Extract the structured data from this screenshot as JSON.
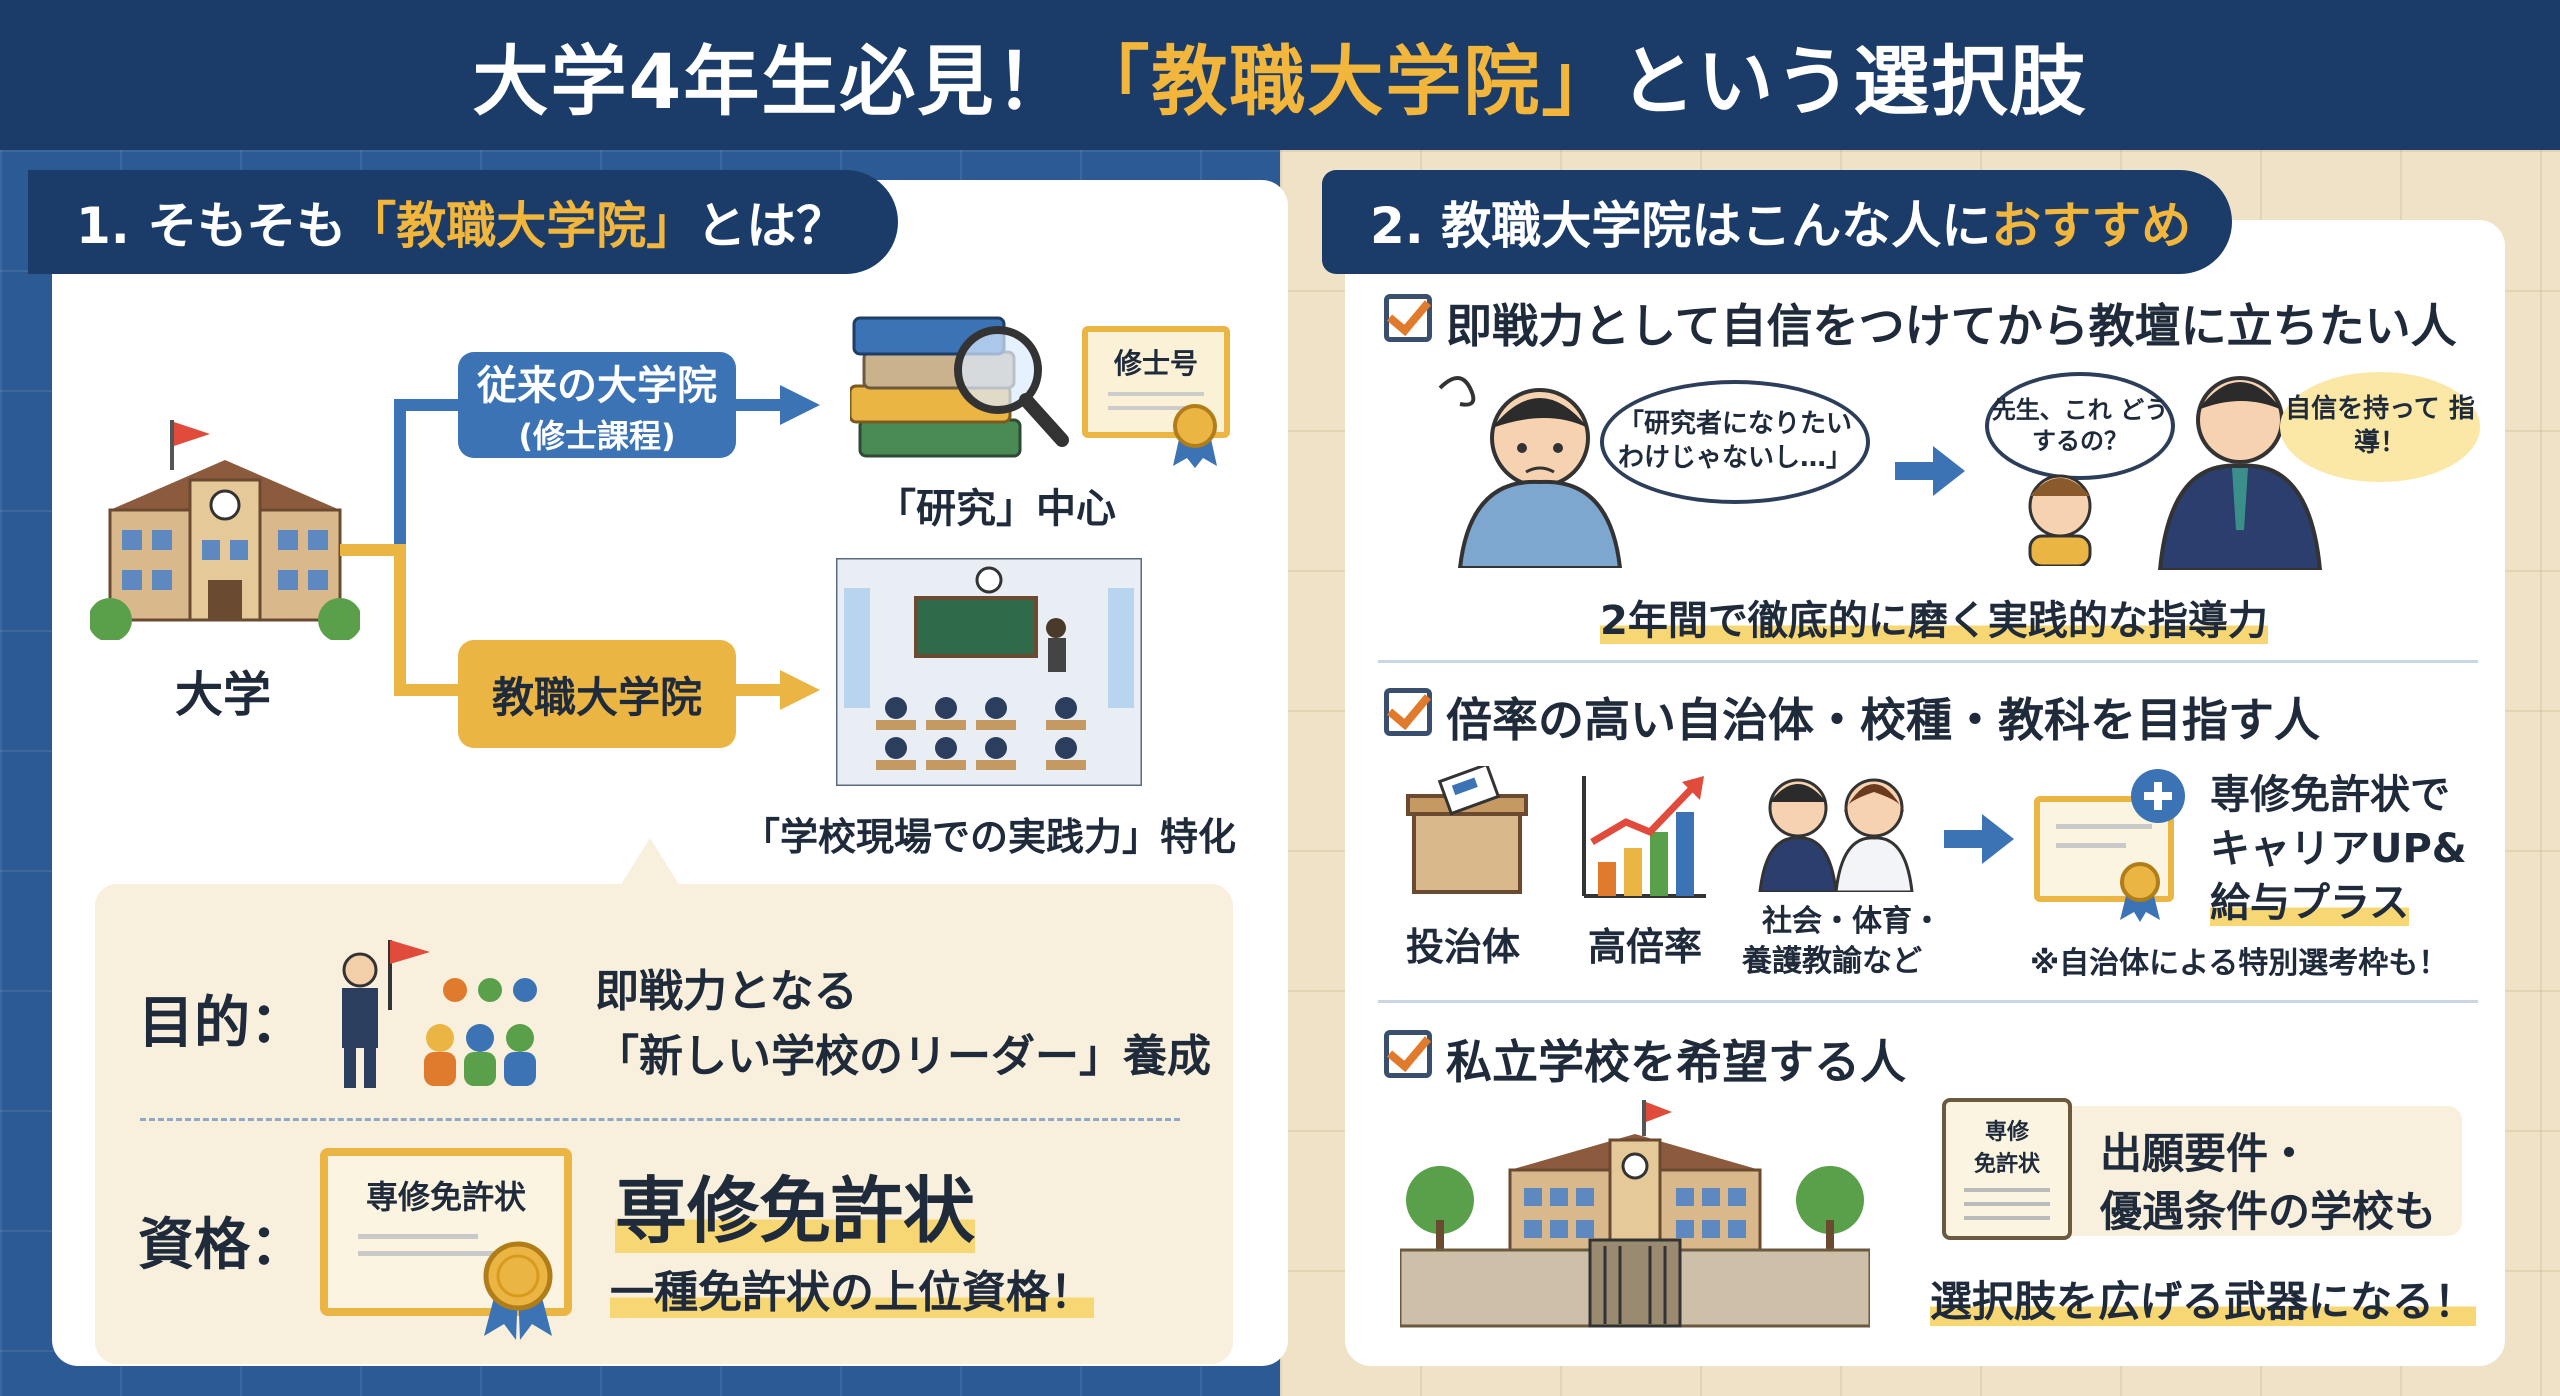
{
  "header": {
    "title_pre": "大学4年生必見！",
    "title_accent": "「教職大学院」",
    "title_post": "という選択肢"
  },
  "section1": {
    "tab_pre": "1. そもそも",
    "tab_accent": "「教職大学院」",
    "tab_post": "とは？",
    "university_label": "大学",
    "conventional_line1": "従来の大学院",
    "conventional_line2": "(修士課程)",
    "diploma_label": "修士号",
    "research_caption": "「研究」中心",
    "professional_label": "教職大学院",
    "practice_caption": "「学校現場での実践力」特化",
    "purpose_label": "目的：",
    "purpose_line1": "即戦力となる",
    "purpose_line2": "「新しい学校のリーダー」養成",
    "qualification_label": "資格：",
    "certificate_label": "専修免許状",
    "license_title": "専修免許状",
    "license_subtitle": "一種免許状の上位資格！"
  },
  "section2": {
    "tab_pre": "2. 教職大学院はこんな人に",
    "tab_accent": "おすすめ",
    "item1": {
      "heading": "即戦力として自信をつけてから教壇に立ちたい人",
      "bubble_student": "「研究者になりたい わけじゃないし…」",
      "bubble_child": "先生、これ どうするの？",
      "bubble_teacher": "自信を持って 指導！",
      "caption": "2年間で徹底的に磨く実践的な指導力"
    },
    "item2": {
      "heading": "倍率の高い自治体・校種・教科を目指す人",
      "label_vote": "投治体",
      "label_rate": "高倍率",
      "label_subjects_1": "社会・体育・",
      "label_subjects_2": "養護教諭など",
      "benefit_line1": "専修免許状で",
      "benefit_line2": "キャリアUP&",
      "benefit_line3": "給与プラス",
      "note": "※自治体による特別選考枠も！"
    },
    "item3": {
      "heading": "私立学校を希望する人",
      "scroll_label_1": "専修",
      "scroll_label_2": "免許状",
      "requirement_line1": "出願要件・",
      "requirement_line2": "優遇条件の学校も",
      "caption": "選択肢を広げる武器になる！"
    }
  },
  "colors": {
    "navy": "#1b3c68",
    "accent_yellow": "#f2b63c",
    "blue_box": "#3b73b5",
    "orange_box": "#eab543",
    "check_orange": "#e07a2c"
  }
}
